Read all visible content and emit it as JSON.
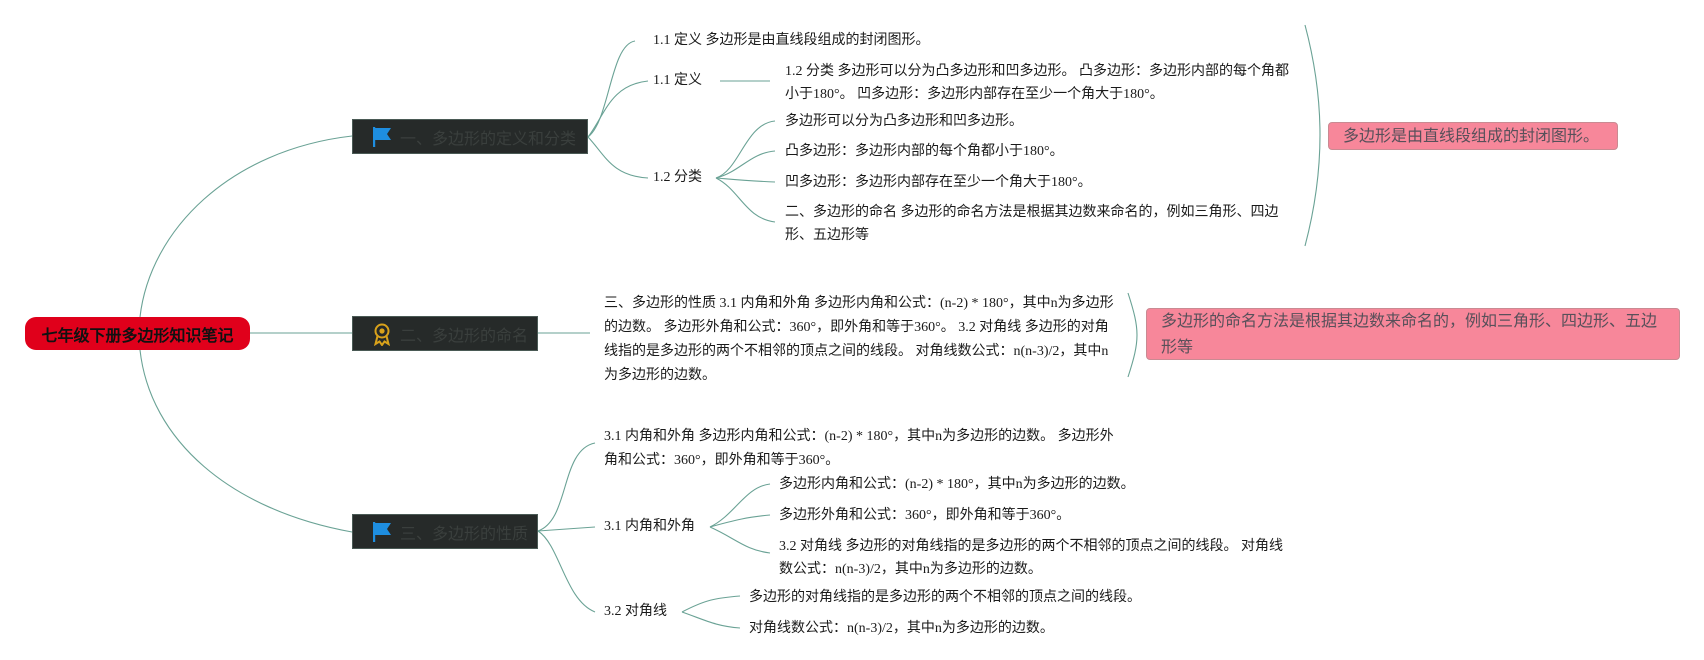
{
  "root": {
    "label": "七年级下册多边形知识笔记"
  },
  "branches": [
    {
      "label": "一、多边形的定义和分类",
      "icon": "flag-icon",
      "children": [
        {
          "text": "1.1 定义 多边形是由直线段组成的封闭图形。"
        },
        {
          "label": "1.1 定义",
          "children": [
            {
              "text": "1.2 分类 多边形可以分为凸多边形和凹多边形。 凸多边形：多边形内部的每个角都小于180°。 凹多边形：多边形内部存在至少一个角大于180°。"
            }
          ]
        },
        {
          "label": "1.2 分类",
          "children": [
            {
              "text": "多边形可以分为凸多边形和凹多边形。"
            },
            {
              "text": "凸多边形：多边形内部的每个角都小于180°。"
            },
            {
              "text": "凹多边形：多边形内部存在至少一个角大于180°。"
            },
            {
              "text": "二、多边形的命名 多边形的命名方法是根据其边数来命名的，例如三角形、四边形、五边形等"
            }
          ]
        }
      ],
      "summary": "多边形是由直线段组成的封闭图形。"
    },
    {
      "label": "二、多边形的命名",
      "icon": "award-medal-icon",
      "children": [
        {
          "text": "三、多边形的性质 3.1 内角和外角 多边形内角和公式：(n-2) * 180°，其中n为多边形的边数。 多边形外角和公式：360°，即外角和等于360°。 3.2 对角线 多边形的对角线指的是多边形的两个不相邻的顶点之间的线段。 对角线数公式：n(n-3)/2，其中n为多边形的边数。"
        }
      ],
      "summary": "多边形的命名方法是根据其边数来命名的，例如三角形、四边形、五边形等"
    },
    {
      "label": "三、多边形的性质",
      "icon": "flag-icon",
      "children": [
        {
          "text": "3.1 内角和外角 多边形内角和公式：(n-2) * 180°，其中n为多边形的边数。 多边形外角和公式：360°，即外角和等于360°。"
        },
        {
          "label": "3.1 内角和外角",
          "children": [
            {
              "text": "多边形内角和公式：(n-2) * 180°，其中n为多边形的边数。"
            },
            {
              "text": "多边形外角和公式：360°，即外角和等于360°。"
            },
            {
              "text": "3.2 对角线 多边形的对角线指的是多边形的两个不相邻的顶点之间的线段。 对角线数公式：n(n-3)/2，其中n为多边形的边数。"
            }
          ]
        },
        {
          "label": "3.2 对角线",
          "children": [
            {
              "text": "多边形的对角线指的是多边形的两个不相邻的顶点之间的线段。"
            },
            {
              "text": "对角线数公式：n(n-3)/2，其中n为多边形的边数。"
            }
          ]
        }
      ]
    }
  ],
  "colors": {
    "line": "#6aa295",
    "root": "#e0001b",
    "branch": "#262a29",
    "summary": "#f7879a",
    "flag": "#1e8ee0",
    "medal": "#d9a21b"
  }
}
